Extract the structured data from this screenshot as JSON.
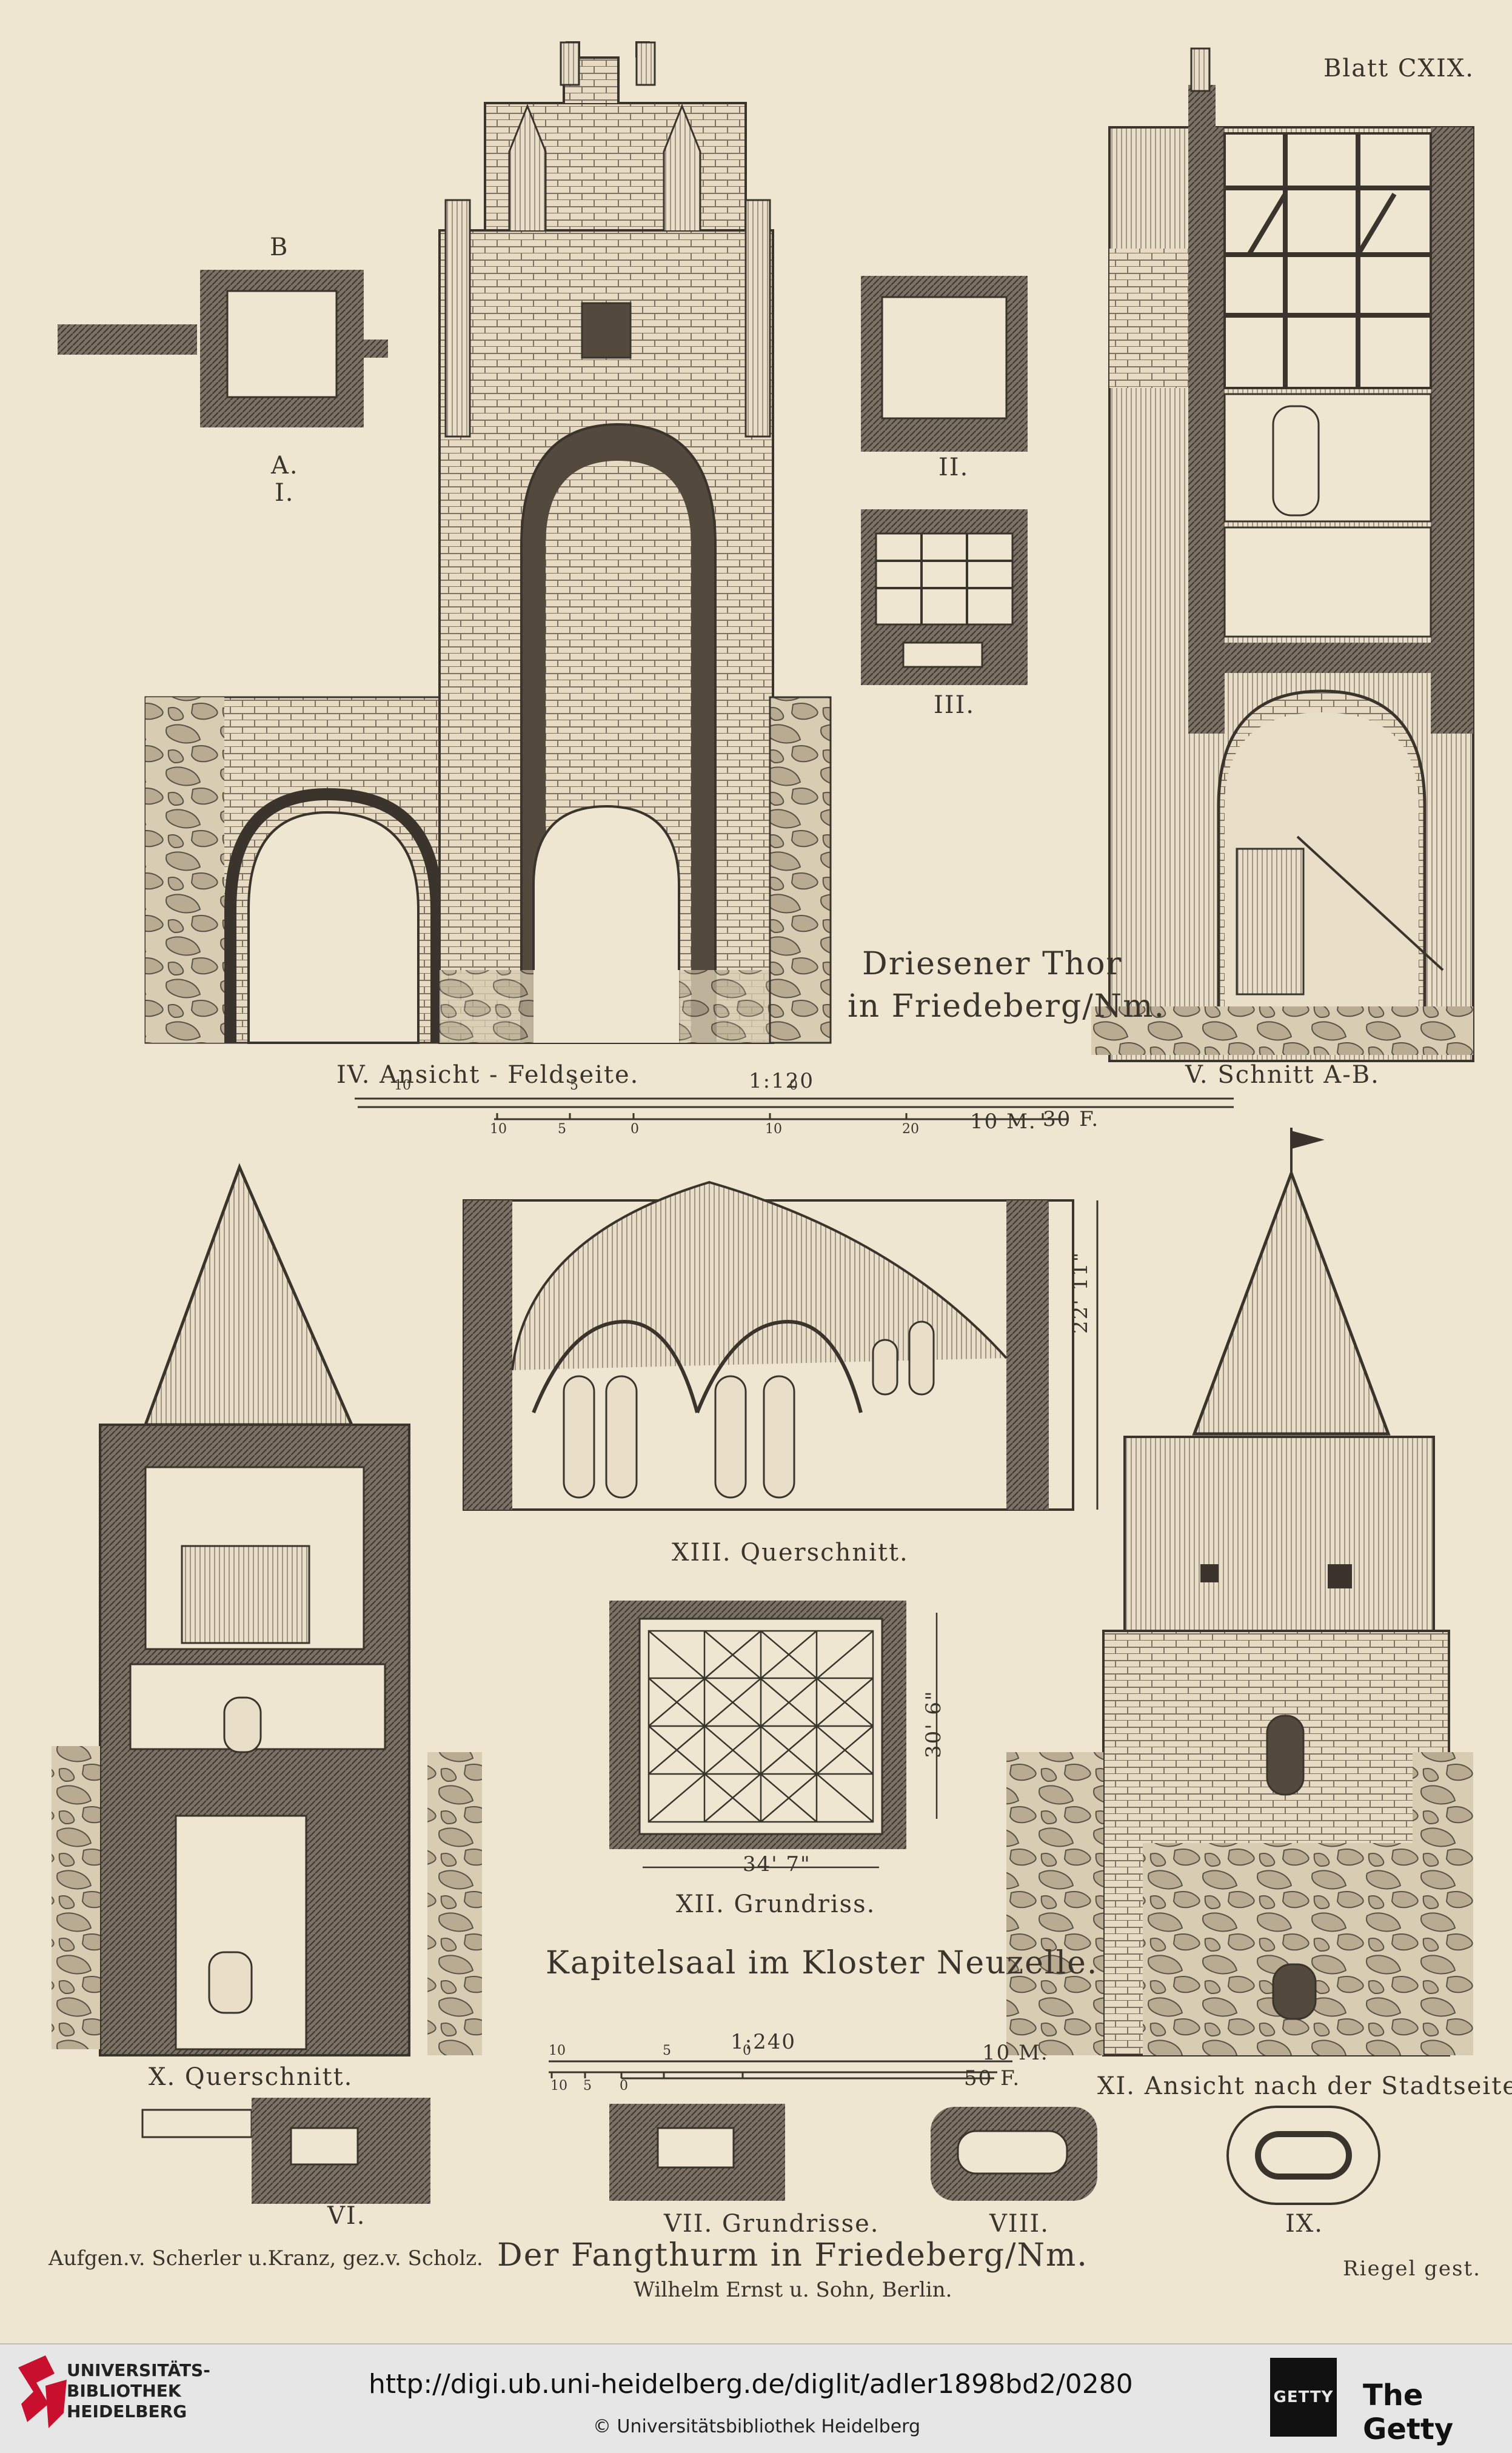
{
  "plate": {
    "sheet": "Blatt CXIX.",
    "driesener_title_1": "Driesener Thor",
    "driesener_title_2": "in Friedeberg/Nm.",
    "label_B": "B",
    "label_A": "A.",
    "label_I": "I.",
    "label_II": "II.",
    "label_III": "III.",
    "label_IV": "IV. Ansicht - Feldseite.",
    "label_V": "V. Schnitt A-B.",
    "scale_top": "1:120",
    "scale_top_m": "10 M.",
    "scale_top_f": "30 F.",
    "scale_top_ticks_m": [
      "10",
      "5",
      "0"
    ],
    "scale_top_ticks_f": [
      "10",
      "5",
      "0",
      "10",
      "20"
    ],
    "label_XIII": "XIII. Querschnitt.",
    "dim_XIII": "22' 11\"",
    "label_XII": "XII. Grundriss.",
    "dim_XII_w": "34' 7\"",
    "dim_XII_h": "30' 6\"",
    "kapitelsaal": "Kapitelsaal im Kloster Neuzelle.",
    "label_X": "X. Querschnitt.",
    "label_XI": "XI. Ansicht nach der Stadtseite.",
    "scale_bottom": "1:240",
    "scale_bottom_m": "10 M.",
    "scale_bottom_f": "50 F.",
    "scale_bottom_ticks": [
      "10",
      "5",
      "0"
    ],
    "label_VI": "VI.",
    "label_VII": "VII. Grundrisse.",
    "label_VIII": "VIII.",
    "label_IX": "IX.",
    "credit_left": "Aufgen.v. Scherler u.Kranz, gez.v. Scholz.",
    "fangthurm_title": "Der Fangthurm in Friedeberg/Nm.",
    "publisher": "Wilhelm Ernst u. Sohn, Berlin.",
    "engraver": "Riegel gest."
  },
  "footer": {
    "url": "http://digi.ub.uni-heidelberg.de/diglit/adler1898bd2/0280",
    "copyright": "© Universitätsbibliothek Heidelberg",
    "uni_line1": "UNIVERSITÄTS-",
    "uni_line2": "BIBLIOTHEK",
    "uni_line3": "HEIDELBERG",
    "getty": "The Getty",
    "getty_logo": "GETTY"
  },
  "colors": {
    "paper": "#efe6d2",
    "ink": "#3a342c",
    "heidelberg_red": "#c8102e"
  }
}
